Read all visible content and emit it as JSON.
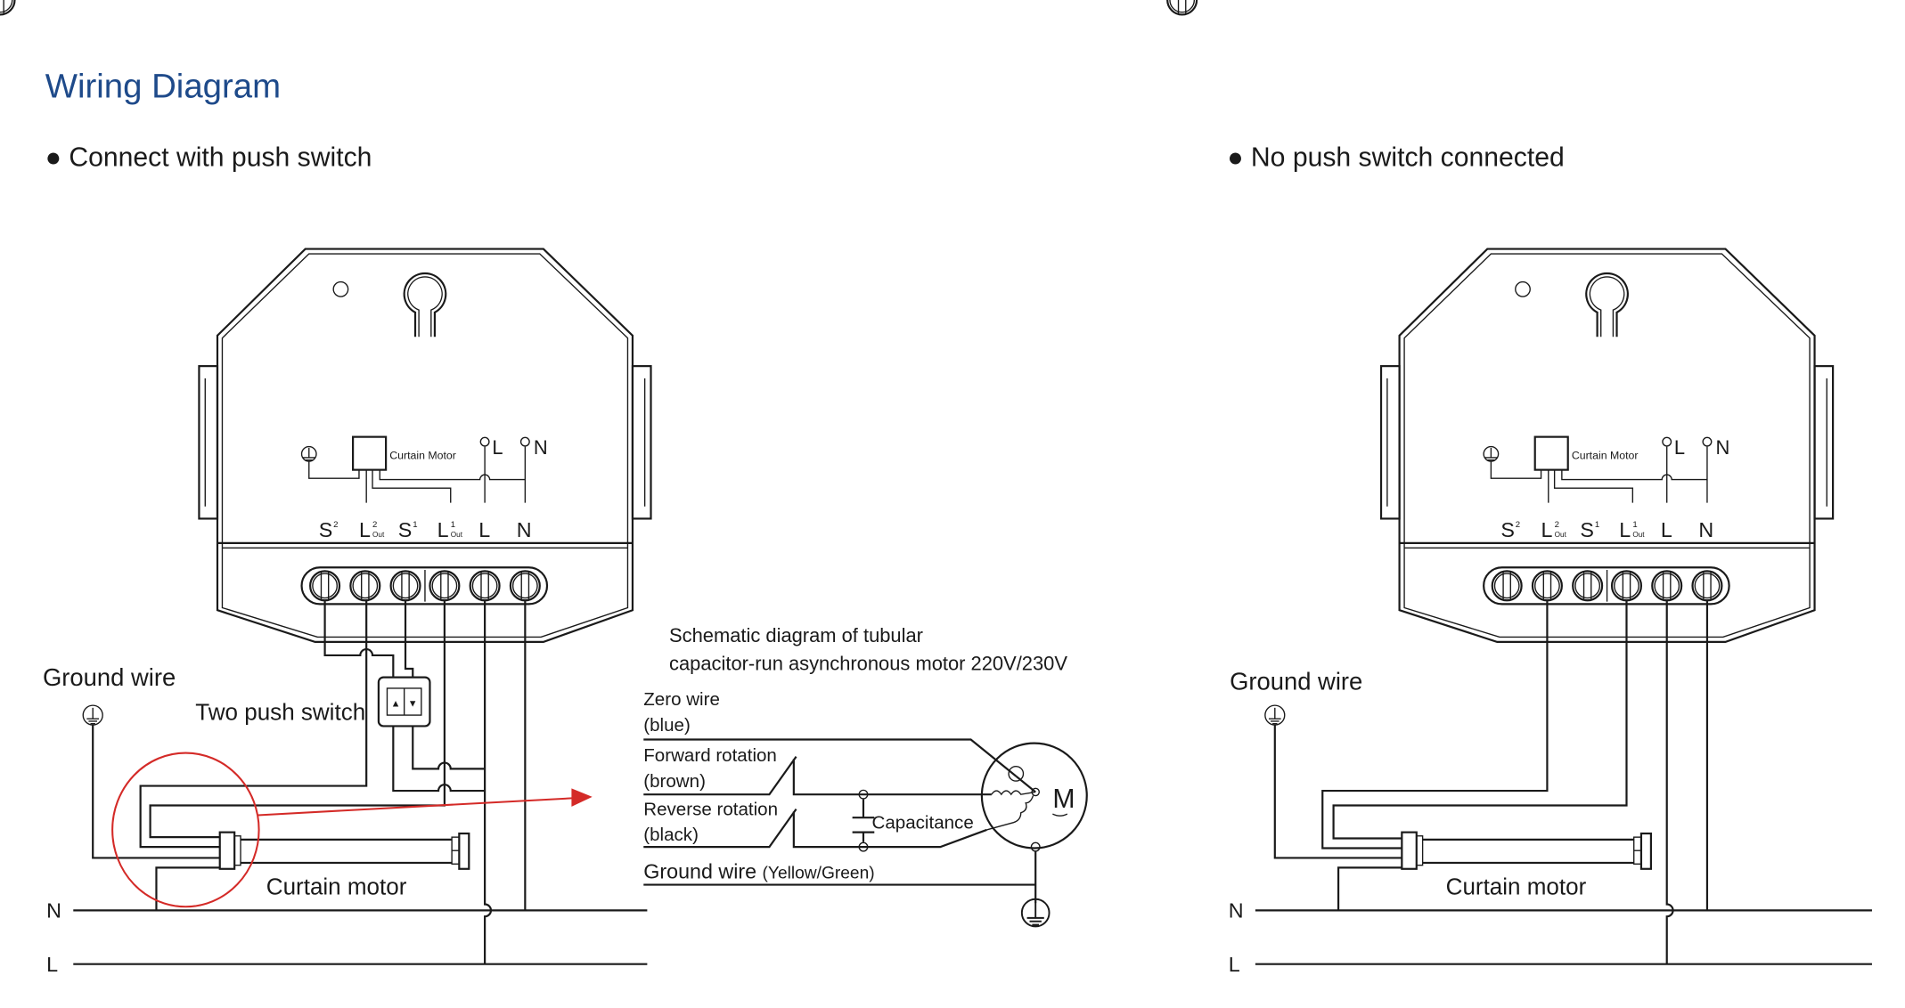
{
  "title": "Wiring Diagram",
  "sections": {
    "left": "● Connect with push switch",
    "right": "● No push switch connected"
  },
  "device": {
    "motor_label": "Curtain Motor",
    "l_label": "L",
    "n_label": "N",
    "terminals": [
      {
        "main": "S",
        "sup": "2",
        "sub": ""
      },
      {
        "main": "L",
        "sup": "2",
        "sub": "Out"
      },
      {
        "main": "S",
        "sup": "1",
        "sub": ""
      },
      {
        "main": "L",
        "sup": "1",
        "sub": "Out"
      },
      {
        "main": "L",
        "sup": "",
        "sub": ""
      },
      {
        "main": "N",
        "sup": "",
        "sub": ""
      }
    ]
  },
  "left_labels": {
    "ground_wire": "Ground wire",
    "two_push_switch": "Two push switch",
    "switch_up": "▲",
    "switch_down": "▼",
    "curtain_motor": "Curtain motor",
    "n": "N",
    "l": "L"
  },
  "right_labels": {
    "ground_wire": "Ground wire",
    "curtain_motor": "Curtain motor",
    "n": "N",
    "l": "L"
  },
  "schematic": {
    "title_line1": "Schematic diagram of tubular",
    "title_line2": "capacitor-run asynchronous motor  220V/230V",
    "zero_wire": "Zero wire",
    "zero_color": "(blue)",
    "forward": "Forward rotation",
    "forward_color": "(brown)",
    "reverse": "Reverse rotation",
    "reverse_color": "(black)",
    "capacitance": "Capacitance",
    "ground": "Ground wire",
    "ground_color": "(Yellow/Green)",
    "motor_symbol": "M"
  },
  "colors": {
    "title": "#1e4a8a",
    "highlight": "#d42a27"
  }
}
